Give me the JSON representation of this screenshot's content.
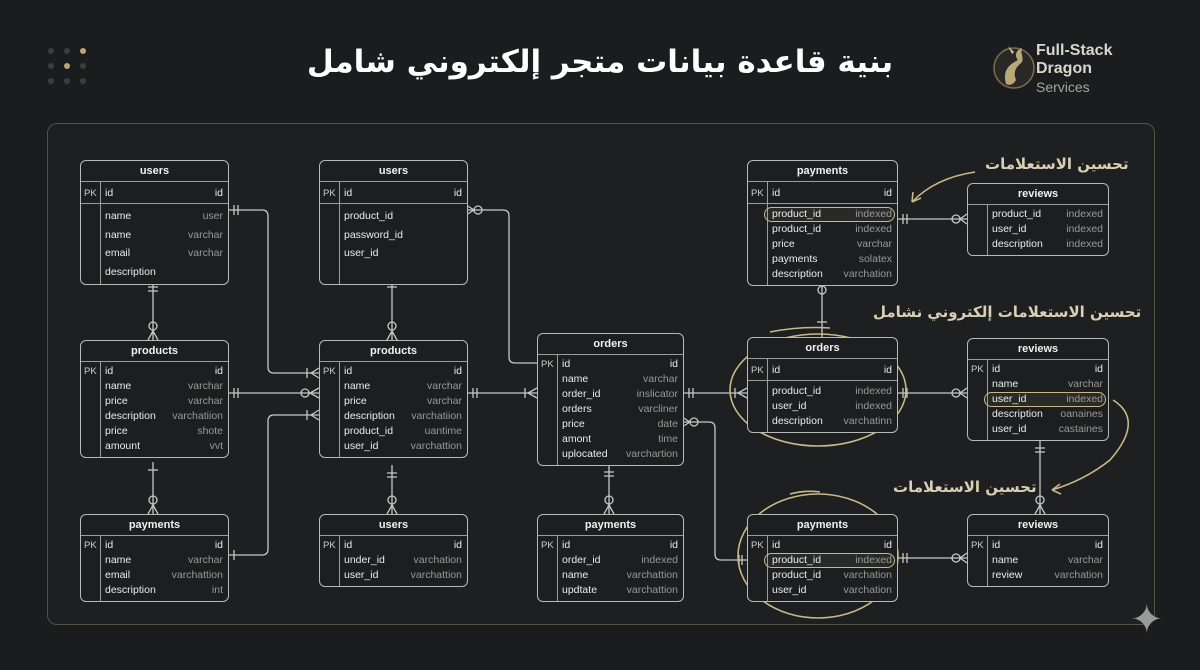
{
  "header": {
    "title": "بنية قاعدة بيانات متجر إلكتروني شامل",
    "logo": {
      "line1": "Full-Stack",
      "line2": "Dragon",
      "line3": "Services",
      "icon": "dragon-icon"
    }
  },
  "colors": {
    "background": "#1a1c1d",
    "accent": "#c9b98a",
    "line": "#c8c8c4"
  },
  "annotations": [
    {
      "text": "تحسين الاستعلامات"
    },
    {
      "text": "تحسين الاستعلامات إلكتروني نشامل"
    },
    {
      "text": "تحسين الاستعلامات"
    }
  ],
  "tables": [
    {
      "name": "users",
      "rows": [
        {
          "pk": "PK",
          "field": "id",
          "type": "id"
        },
        {
          "field": "name",
          "type": "user"
        },
        {
          "field": "name",
          "type": "varchar"
        },
        {
          "field": "email",
          "type": "varchar"
        },
        {
          "field": "description",
          "type": ""
        }
      ]
    },
    {
      "name": "users",
      "rows": [
        {
          "pk": "PK",
          "field": "id",
          "type": "id"
        },
        {
          "field": "product_id",
          "type": ""
        },
        {
          "field": "password_id",
          "type": ""
        },
        {
          "field": "user_id",
          "type": ""
        }
      ]
    },
    {
      "name": "products",
      "rows": [
        {
          "pk": "PK",
          "field": "id",
          "type": "id"
        },
        {
          "field": "name",
          "type": "varchar"
        },
        {
          "field": "price",
          "type": "varchar"
        },
        {
          "field": "description",
          "type": "varchatiion"
        },
        {
          "field": "price",
          "type": "shote"
        },
        {
          "field": "amount",
          "type": "vvt"
        }
      ]
    },
    {
      "name": "products",
      "rows": [
        {
          "pk": "PK",
          "field": "id",
          "type": "id"
        },
        {
          "field": "name",
          "type": "varchar"
        },
        {
          "field": "price",
          "type": "varchar"
        },
        {
          "field": "description",
          "type": "varchatiion"
        },
        {
          "field": "product_id",
          "type": "uantime"
        },
        {
          "field": "user_id",
          "type": "varchattion"
        }
      ]
    },
    {
      "name": "orders",
      "rows": [
        {
          "pk": "PK",
          "field": "id",
          "type": "id"
        },
        {
          "field": "name",
          "type": "varchar"
        },
        {
          "field": "order_id",
          "type": "inslicator"
        },
        {
          "field": "orders",
          "type": "varcliner"
        },
        {
          "field": "price",
          "type": "date"
        },
        {
          "field": "amont",
          "type": "time"
        },
        {
          "field": "uplocated",
          "type": "varchartion"
        }
      ]
    },
    {
      "name": "payments",
      "rows": [
        {
          "pk": "PK",
          "field": "id",
          "type": "id"
        },
        {
          "field": "product_id",
          "type": "indexed",
          "highlight": true
        },
        {
          "field": "product_id",
          "type": "indexed"
        },
        {
          "field": "price",
          "type": "varchar"
        },
        {
          "field": "payments",
          "type": "solatex"
        },
        {
          "field": "description",
          "type": "varchation"
        }
      ]
    },
    {
      "name": "reviews",
      "rows": [
        {
          "field": "product_id",
          "type": "indexed"
        },
        {
          "field": "user_id",
          "type": "indexed"
        },
        {
          "field": "description",
          "type": "indexed"
        }
      ]
    },
    {
      "name": "orders",
      "rows": [
        {
          "pk": "PK",
          "field": "id",
          "type": "id"
        },
        {
          "field": "product_id",
          "type": "indexed"
        },
        {
          "field": "user_id",
          "type": "indexed"
        },
        {
          "field": "description",
          "type": "varchatinn"
        }
      ]
    },
    {
      "name": "reviews",
      "rows": [
        {
          "pk": "PK",
          "field": "id",
          "type": "id"
        },
        {
          "field": "name",
          "type": "varchar"
        },
        {
          "field": "user_id",
          "type": "indexed",
          "highlight": true
        },
        {
          "field": "description",
          "type": "oanaines"
        },
        {
          "field": "user_id",
          "type": "castaines"
        }
      ]
    },
    {
      "name": "payments",
      "rows": [
        {
          "pk": "PK",
          "field": "id",
          "type": "id"
        },
        {
          "field": "name",
          "type": "varchar"
        },
        {
          "field": "email",
          "type": "varchattion"
        },
        {
          "field": "description",
          "type": "int"
        }
      ]
    },
    {
      "name": "users",
      "rows": [
        {
          "pk": "PK",
          "field": "id",
          "type": "id"
        },
        {
          "field": "under_id",
          "type": "varchation"
        },
        {
          "field": "user_id",
          "type": "varchattion"
        }
      ]
    },
    {
      "name": "payments",
      "rows": [
        {
          "pk": "PK",
          "field": "id",
          "type": "id"
        },
        {
          "field": "order_id",
          "type": "indexed"
        },
        {
          "field": "name",
          "type": "varchattion"
        },
        {
          "field": "updtate",
          "type": "varchattion"
        }
      ]
    },
    {
      "name": "payments",
      "rows": [
        {
          "pk": "PK",
          "field": "id",
          "type": "id"
        },
        {
          "field": "product_id",
          "type": "indexed",
          "highlight": true
        },
        {
          "field": "product_id",
          "type": "varchation"
        },
        {
          "field": "user_id",
          "type": "varchation"
        }
      ]
    },
    {
      "name": "reviews",
      "rows": [
        {
          "pk": "PK",
          "field": "id",
          "type": "id"
        },
        {
          "field": "name",
          "type": "varchar"
        },
        {
          "field": "review",
          "type": "varchation"
        }
      ]
    }
  ]
}
